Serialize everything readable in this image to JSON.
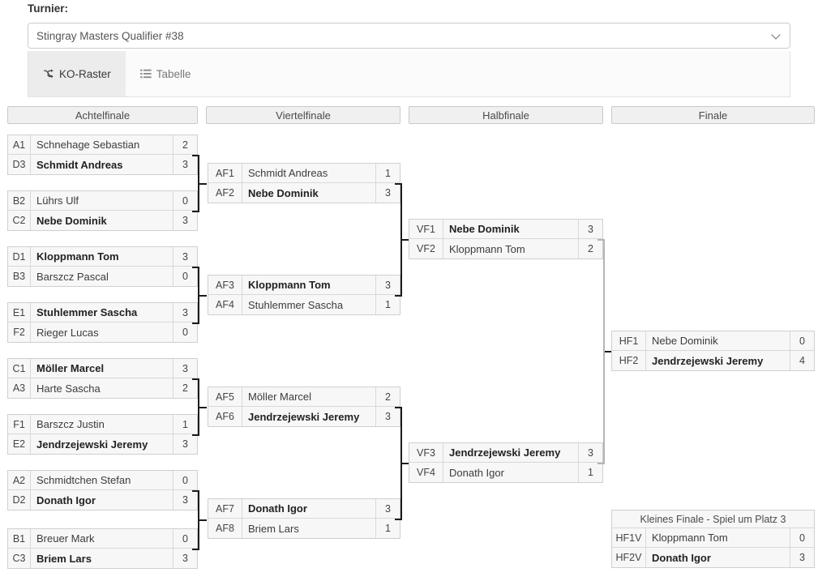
{
  "form": {
    "label": "Turnier:",
    "selected_tournament": "Stingray Masters Qualifier #38",
    "arrow_icon": "chevron-down-icon"
  },
  "tabs": [
    {
      "label": "KO-Raster",
      "icon": "shuffle-icon",
      "active": true
    },
    {
      "label": "Tabelle",
      "icon": "list-icon",
      "active": false
    }
  ],
  "rounds": [
    {
      "title": "Achtelfinale"
    },
    {
      "title": "Viertelfinale"
    },
    {
      "title": "Halbfinale"
    },
    {
      "title": "Finale"
    }
  ],
  "third_place": {
    "title": "Kleines Finale - Spiel um Platz 3"
  },
  "bracket": {
    "round_of_16": [
      {
        "top": {
          "seed": "A1",
          "name": "Schnehage Sebastian",
          "score": "2",
          "winner": false
        },
        "bottom": {
          "seed": "D3",
          "name": "Schmidt Andreas",
          "score": "3",
          "winner": true
        }
      },
      {
        "top": {
          "seed": "B2",
          "name": "Lührs Ulf",
          "score": "0",
          "winner": false
        },
        "bottom": {
          "seed": "C2",
          "name": "Nebe Dominik",
          "score": "3",
          "winner": true
        }
      },
      {
        "top": {
          "seed": "D1",
          "name": "Kloppmann Tom",
          "score": "3",
          "winner": true
        },
        "bottom": {
          "seed": "B3",
          "name": "Barszcz Pascal",
          "score": "0",
          "winner": false
        }
      },
      {
        "top": {
          "seed": "E1",
          "name": "Stuhlemmer Sascha",
          "score": "3",
          "winner": true
        },
        "bottom": {
          "seed": "F2",
          "name": "Rieger Lucas",
          "score": "0",
          "winner": false
        }
      },
      {
        "top": {
          "seed": "C1",
          "name": "Möller Marcel",
          "score": "3",
          "winner": true
        },
        "bottom": {
          "seed": "A3",
          "name": "Harte Sascha",
          "score": "2",
          "winner": false
        }
      },
      {
        "top": {
          "seed": "F1",
          "name": "Barszcz Justin",
          "score": "1",
          "winner": false
        },
        "bottom": {
          "seed": "E2",
          "name": "Jendrzejewski Jeremy",
          "score": "3",
          "winner": true
        }
      },
      {
        "top": {
          "seed": "A2",
          "name": "Schmidtchen Stefan",
          "score": "0",
          "winner": false
        },
        "bottom": {
          "seed": "D2",
          "name": "Donath Igor",
          "score": "3",
          "winner": true
        }
      },
      {
        "top": {
          "seed": "B1",
          "name": "Breuer Mark",
          "score": "0",
          "winner": false
        },
        "bottom": {
          "seed": "C3",
          "name": "Briem Lars",
          "score": "3",
          "winner": true
        }
      }
    ],
    "quarterfinals": [
      {
        "top": {
          "seed": "AF1",
          "name": "Schmidt Andreas",
          "score": "1",
          "winner": false
        },
        "bottom": {
          "seed": "AF2",
          "name": "Nebe Dominik",
          "score": "3",
          "winner": true
        }
      },
      {
        "top": {
          "seed": "AF3",
          "name": "Kloppmann Tom",
          "score": "3",
          "winner": true
        },
        "bottom": {
          "seed": "AF4",
          "name": "Stuhlemmer Sascha",
          "score": "1",
          "winner": false
        }
      },
      {
        "top": {
          "seed": "AF5",
          "name": "Möller Marcel",
          "score": "2",
          "winner": false
        },
        "bottom": {
          "seed": "AF6",
          "name": "Jendrzejewski Jeremy",
          "score": "3",
          "winner": true
        }
      },
      {
        "top": {
          "seed": "AF7",
          "name": "Donath Igor",
          "score": "3",
          "winner": true
        },
        "bottom": {
          "seed": "AF8",
          "name": "Briem Lars",
          "score": "1",
          "winner": false
        }
      }
    ],
    "semifinals": [
      {
        "top": {
          "seed": "VF1",
          "name": "Nebe Dominik",
          "score": "3",
          "winner": true
        },
        "bottom": {
          "seed": "VF2",
          "name": "Kloppmann Tom",
          "score": "2",
          "winner": false
        }
      },
      {
        "top": {
          "seed": "VF3",
          "name": "Jendrzejewski Jeremy",
          "score": "3",
          "winner": true
        },
        "bottom": {
          "seed": "VF4",
          "name": "Donath Igor",
          "score": "1",
          "winner": false
        }
      }
    ],
    "final": [
      {
        "top": {
          "seed": "HF1",
          "name": "Nebe Dominik",
          "score": "0",
          "winner": false
        },
        "bottom": {
          "seed": "HF2",
          "name": "Jendrzejewski Jeremy",
          "score": "4",
          "winner": true
        }
      }
    ],
    "third_place_match": [
      {
        "top": {
          "seed": "HF1V",
          "name": "Kloppmann Tom",
          "score": "0",
          "winner": false
        },
        "bottom": {
          "seed": "HF2V",
          "name": "Donath Igor",
          "score": "3",
          "winner": true
        }
      }
    ]
  },
  "colors": {
    "header_bg": "#f0f0f0",
    "match_bg": "#f7f7f7",
    "border": "#cfcfcf",
    "connector": "#1c1c1c",
    "active_tab_bg": "#ececec"
  }
}
